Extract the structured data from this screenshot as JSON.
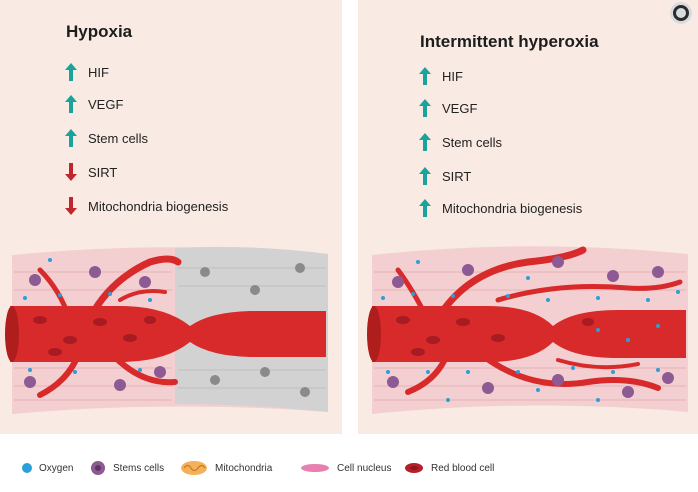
{
  "panels": [
    {
      "title": "Hypoxia",
      "items": [
        {
          "label": "HIF",
          "direction": "up"
        },
        {
          "label": "VEGF",
          "direction": "up"
        },
        {
          "label": "Stem cells",
          "direction": "up"
        },
        {
          "label": "SIRT",
          "direction": "down"
        },
        {
          "label": "Mitochondria biogenesis",
          "direction": "down"
        }
      ]
    },
    {
      "title": "Intermittent hyperoxia",
      "items": [
        {
          "label": "HIF",
          "direction": "up"
        },
        {
          "label": "VEGF",
          "direction": "up"
        },
        {
          "label": "Stem cells",
          "direction": "up"
        },
        {
          "label": "SIRT",
          "direction": "up"
        },
        {
          "label": "Mitochondria biogenesis",
          "direction": "up"
        }
      ]
    }
  ],
  "legend": [
    {
      "label": "Oxygen",
      "icon": "oxygen-dot-icon"
    },
    {
      "label": "Stems cells",
      "icon": "stem-cell-icon"
    },
    {
      "label": "Mitochondria",
      "icon": "mitochondria-icon"
    },
    {
      "label": "Cell nucleus",
      "icon": "cell-nucleus-icon"
    },
    {
      "label": "Red blood cell",
      "icon": "red-blood-cell-icon"
    }
  ],
  "colors": {
    "up_arrow": "#1aa39a",
    "down_arrow": "#c0262d",
    "vessel": "#d82a2a",
    "tissue": "#f3c9cc",
    "hypoxic_tissue": "#cfcfcf",
    "oxygen": "#2b9fd8",
    "stem_cell": "#8e5a93"
  }
}
